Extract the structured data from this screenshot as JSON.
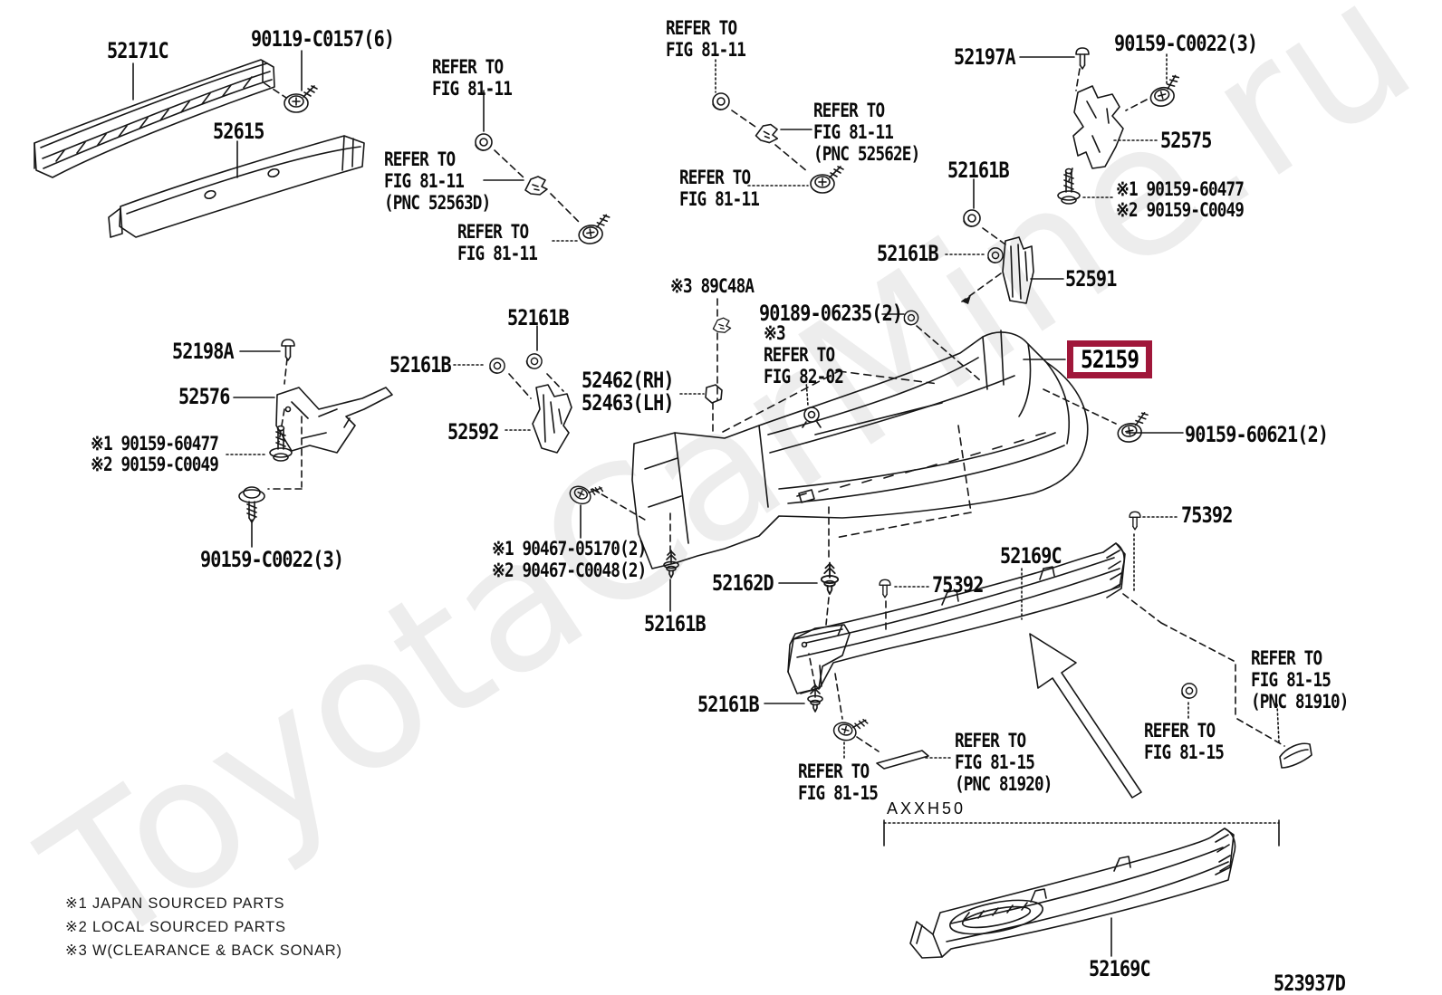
{
  "watermark": "ToyotaCarMine.ru",
  "diagram_code": "523937D",
  "vehicle_code": "AXXH50",
  "highlight_color": "#a0173a",
  "highlighted_part": "52159",
  "labels": {
    "p52171c": "52171C",
    "p90119": "90119-C0157(6)",
    "refer_8111_a": "REFER TO\nFIG 81-11",
    "refer_8111_pnc52563d": "REFER TO\nFIG 81-11\n(PNC 52563D)",
    "p52615": "52615",
    "refer_8111_b": "REFER TO\nFIG 81-11",
    "refer_8111_c": "REFER TO\nFIG 81-11",
    "refer_8111_pnc52562e": "REFER TO\nFIG 81-11\n(PNC 52562E)",
    "refer_8111_d": "REFER TO\nFIG 81-11",
    "p52197a": "52197A",
    "p90159c0022_tr": "90159-C0022(3)",
    "p52575": "52575",
    "note1_90159_60477_r": "※1 90159-60477",
    "note2_90159_c0049_r": "※2 90159-C0049",
    "p52161b_a": "52161B",
    "p52161b_b": "52161B",
    "p52591": "52591",
    "note3_89c48a": "※3 89C48A",
    "p90189": "90189-06235(2)",
    "note3_refer_8202": "※3\nREFER TO\nFIG 82-02",
    "p52159": "52159",
    "p52198a": "52198A",
    "p52576": "52576",
    "note1_90159_60477_l": "※1 90159-60477",
    "note2_90159_c0049_l": "※2 90159-C0049",
    "p90159c0022_bl": "90159-C0022(3)",
    "p52161b_c": "52161B",
    "p52161b_d": "52161B",
    "p52462_52463": "52462(RH)\n52463(LH)",
    "p52592": "52592",
    "note1_90467": "※1 90467-05170(2)",
    "note2_90467": "※2 90467-C0048(2)",
    "p52162d": "52162D",
    "p52161b_e": "52161B",
    "p52161b_f": "52161B",
    "p90159_60621": "90159-60621(2)",
    "p75392_r": "75392",
    "p52169c_t": "52169C",
    "p75392_l": "75392",
    "refer_8115_a": "REFER TO\nFIG 81-15",
    "refer_8115_pnc81920": "REFER TO\nFIG 81-15\n(PNC 81920)",
    "refer_8115_pnc81910": "REFER TO\nFIG 81-15\n(PNC 81910)",
    "refer_8115_d": "REFER TO\nFIG 81-15",
    "axxh50": "AXXH50",
    "p52169c_b": "52169C"
  },
  "legend": {
    "item1": "※1  JAPAN SOURCED PARTS",
    "item2": "※2  LOCAL SOURCED PARTS",
    "item3": "※3  W(CLEARANCE & BACK SONAR)"
  }
}
